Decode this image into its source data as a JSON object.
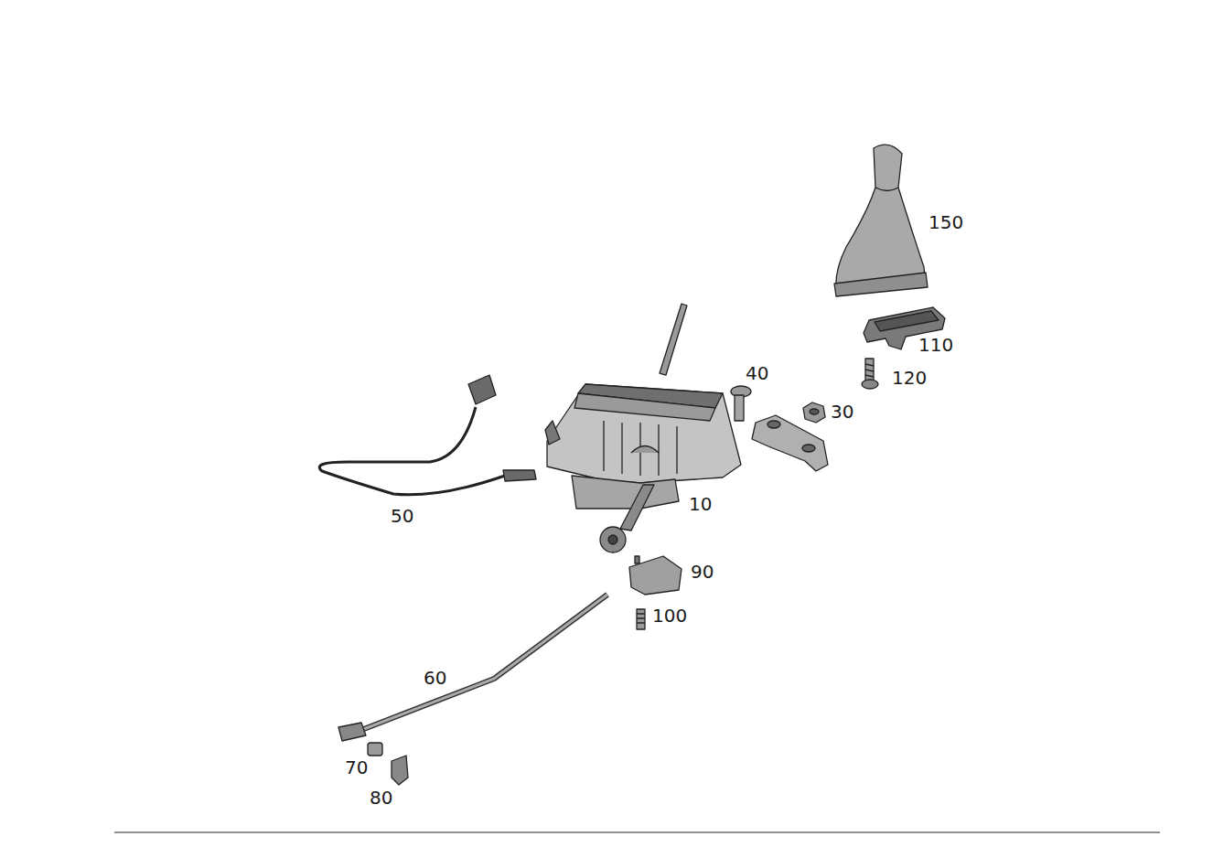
{
  "diagram": {
    "labels": [
      "150",
      "110",
      "120",
      "40",
      "30",
      "50",
      "10",
      "90",
      "100",
      "60",
      "70",
      "80"
    ]
  }
}
